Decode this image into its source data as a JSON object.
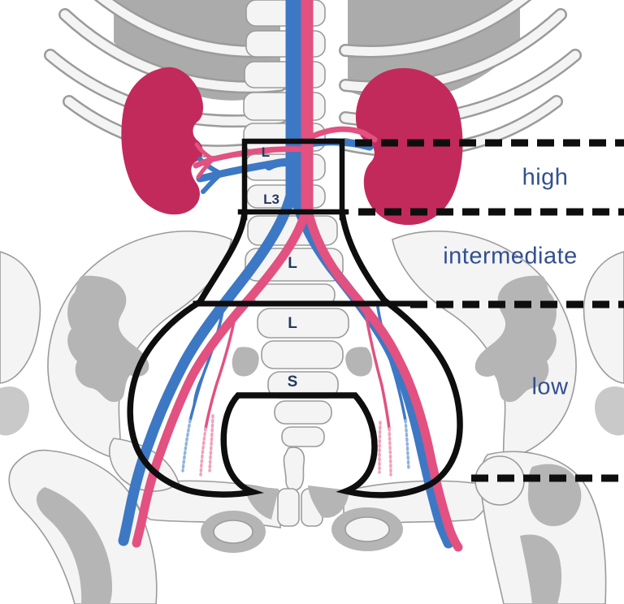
{
  "diagram": {
    "zones": [
      {
        "label": "high"
      },
      {
        "label": "intermediate"
      },
      {
        "label": "low"
      }
    ],
    "vertebrae": [
      {
        "label": "L"
      },
      {
        "label": "L3"
      },
      {
        "label": "L"
      },
      {
        "label": "L"
      },
      {
        "label": "S"
      }
    ]
  },
  "colors": {
    "artery": "#e25180",
    "artery_light": "#f0a0bd",
    "vein": "#3d78c4",
    "vein_light": "#8fb3e2",
    "kidney": "#c32a5c",
    "outline": "#0e0e0e",
    "bone_light": "#f4f4f4",
    "bone_mid": "#c9c9c9",
    "bone_dark": "#b5b5b5",
    "bone_gap": "#ababab",
    "bone_stroke": "#9b9b9b",
    "label_text": "#31508f",
    "vertebra_text": "#26395f"
  }
}
